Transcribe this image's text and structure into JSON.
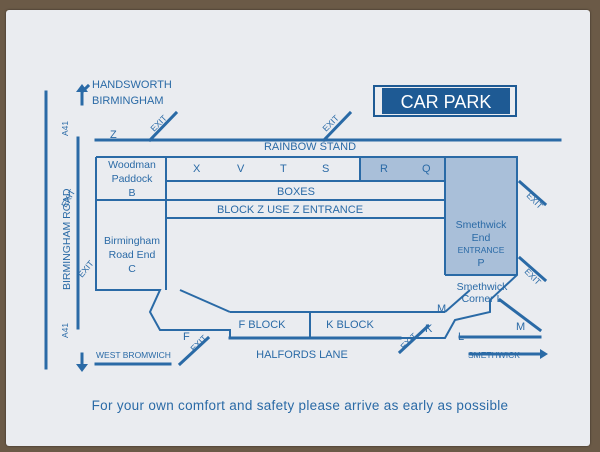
{
  "header": {
    "car_park": "CAR PARK",
    "handsworth": "HANDSWORTH",
    "birmingham": "BIRMINGHAM"
  },
  "roads": {
    "birmingham_road": "BIRMINGHAM ROAD",
    "a41": "A41",
    "halfords_lane": "HALFORDS LANE",
    "west_bromwich": "WEST BROMWICH",
    "smethwick": "SMETHWICK"
  },
  "stands": {
    "rainbow_stand": "RAINBOW STAND",
    "boxes": "BOXES",
    "block_z_note": "BLOCK Z USE Z ENTRANCE",
    "f_block": "F BLOCK",
    "k_block": "K BLOCK"
  },
  "areas": {
    "woodman_paddock": [
      "Woodman",
      "Paddock",
      "B"
    ],
    "birmingham_road_end": [
      "Birmingham",
      "Road End",
      "C"
    ],
    "smethwick_end": [
      "Smethwick",
      "End",
      "ENTRANCE",
      "P"
    ],
    "smethwick_corner": [
      "Smethwick",
      "Corner L"
    ]
  },
  "blocks": {
    "upper": [
      "X",
      "V",
      "T",
      "S",
      "R",
      "Q"
    ],
    "z": "Z",
    "f": "F",
    "k": "K",
    "l": "L",
    "m": "M",
    "m2": "M"
  },
  "exit_label": "EXIT",
  "footer": "For your own comfort and safety please arrive as early as possible",
  "colors": {
    "ink": "#2a6aa6",
    "paper": "#eaecf0",
    "shade": "#a9bfd9",
    "dark": "#1e5a94"
  }
}
